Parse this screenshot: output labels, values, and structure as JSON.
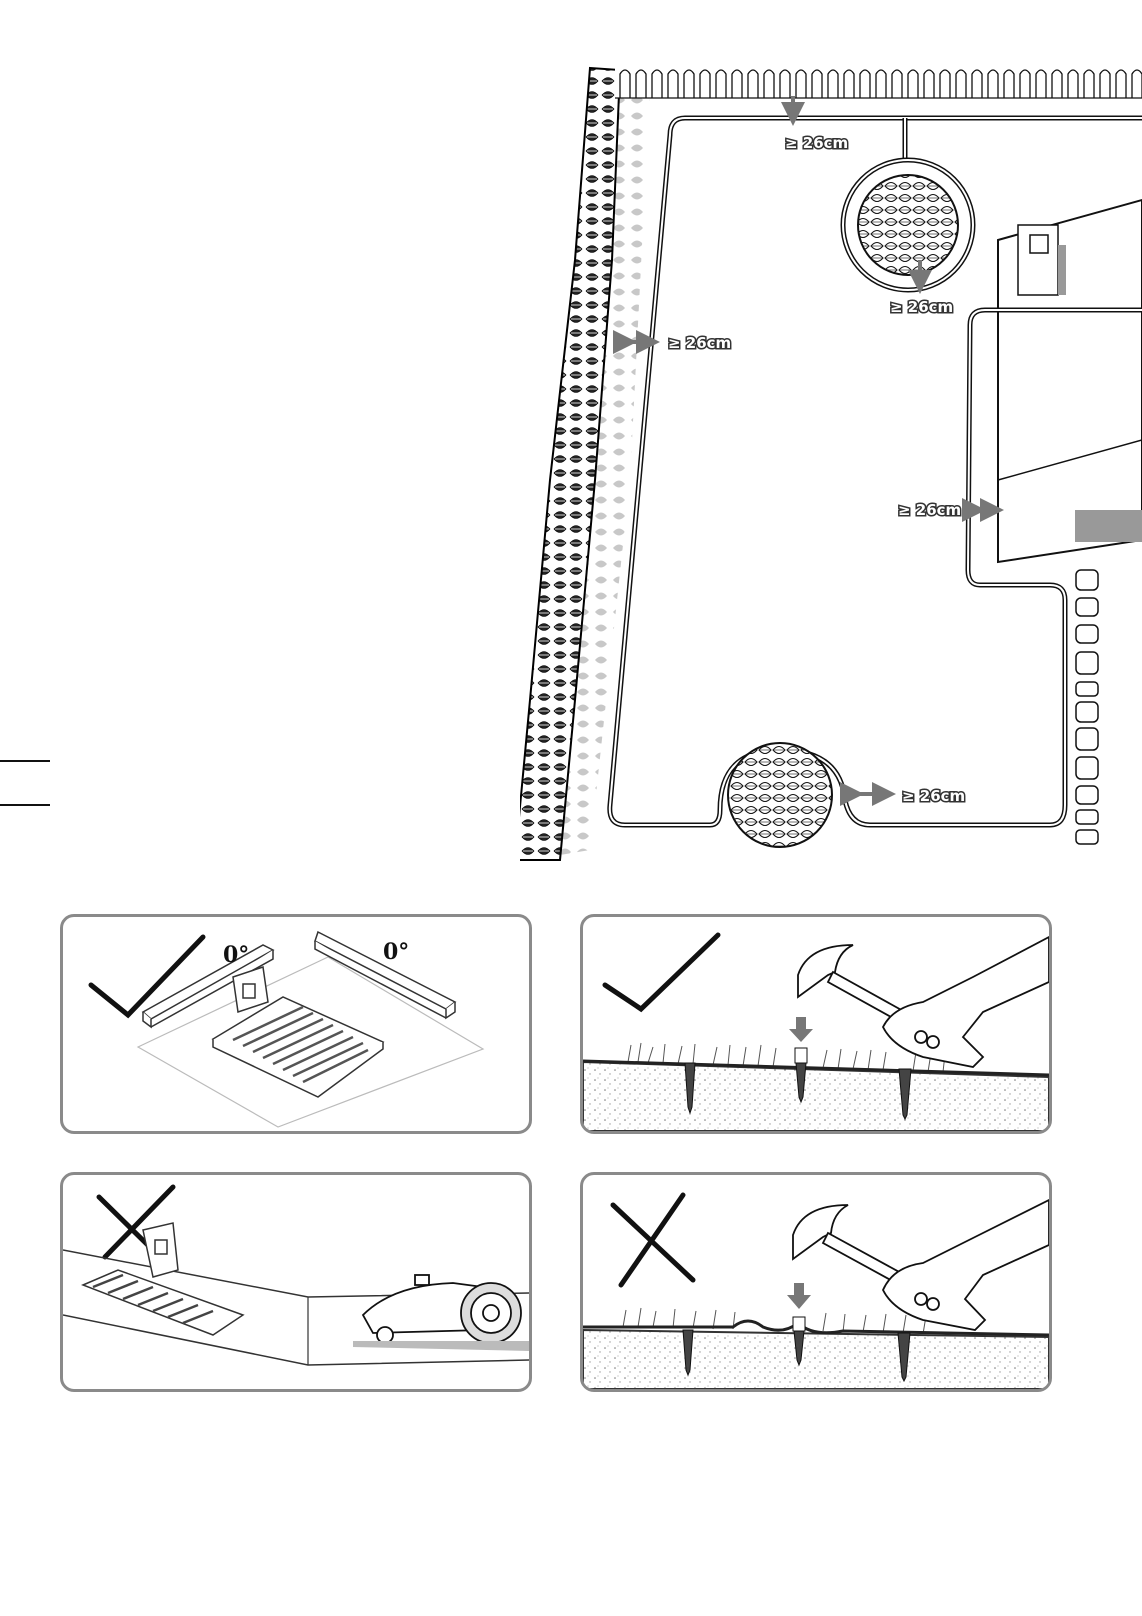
{
  "garden_plan": {
    "distance_labels": [
      "≥ 26cm",
      "≥ 26cm",
      "≥ 26cm",
      "≥ 26cm",
      "≥ 26cm"
    ]
  },
  "panels": [
    {
      "id": "base-level",
      "verdict": "correct",
      "angle_labels": [
        "0°",
        "0°"
      ]
    },
    {
      "id": "pegs-correct",
      "verdict": "correct"
    },
    {
      "id": "base-slope",
      "verdict": "incorrect"
    },
    {
      "id": "pegs-incorrect",
      "verdict": "incorrect"
    }
  ],
  "colors": {
    "line": "#111111",
    "panel_border": "#8a8a8a",
    "arrow": "#777777",
    "shade": "#bdbdbd"
  },
  "icons": [
    "check-icon",
    "cross-icon",
    "hammer-icon",
    "hand-icon",
    "peg-icon",
    "arrow-down-icon",
    "robot-mower-icon",
    "charging-base-icon",
    "bush-icon",
    "fence-icon",
    "house-icon"
  ]
}
